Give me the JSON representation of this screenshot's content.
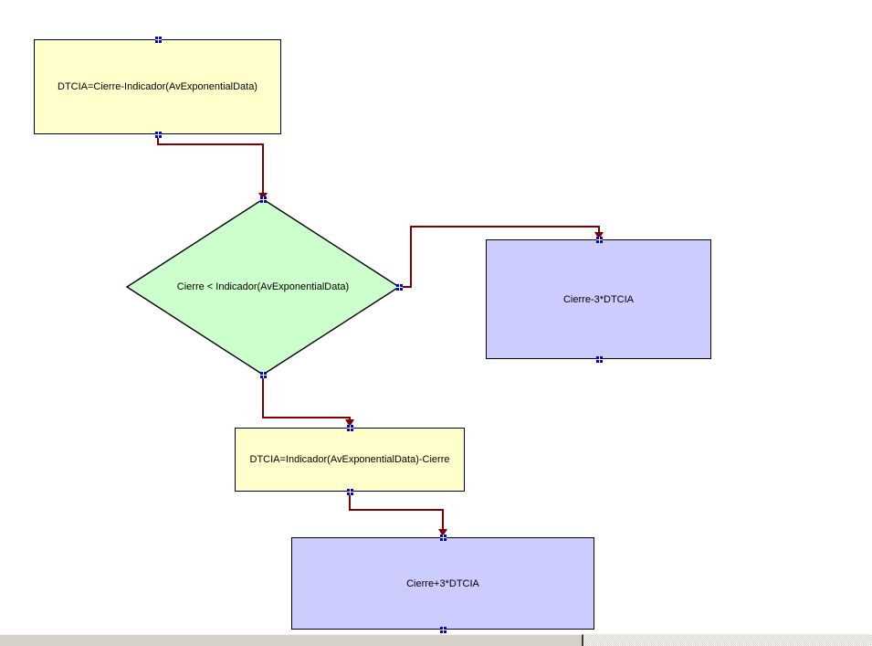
{
  "window": {
    "background": "#FFFFFF"
  },
  "palette": {
    "process_fill": "#FFFFCC",
    "decision_fill": "#CCFFCC",
    "output_fill": "#CCCCFF",
    "shape_border": "#000000",
    "connector": "#800000",
    "handle": "#0000D8",
    "scrollbar_face": "#D4D0C8"
  },
  "flowchart": {
    "nodes": [
      {
        "id": "calc-dtcia-down",
        "shape": "rectangle",
        "label": "DTCIA=Cierre-Indicador(AvExponentialData)"
      },
      {
        "id": "decision-cierre",
        "shape": "diamond",
        "label": "Cierre < Indicador(AvExponentialData)"
      },
      {
        "id": "band-lower",
        "shape": "rectangle",
        "label": "Cierre-3*DTCIA"
      },
      {
        "id": "calc-dtcia-up",
        "shape": "rectangle",
        "label": "DTCIA=Indicador(AvExponentialData)-Cierre"
      },
      {
        "id": "band-upper",
        "shape": "rectangle",
        "label": "Cierre+3*DTCIA"
      }
    ]
  }
}
